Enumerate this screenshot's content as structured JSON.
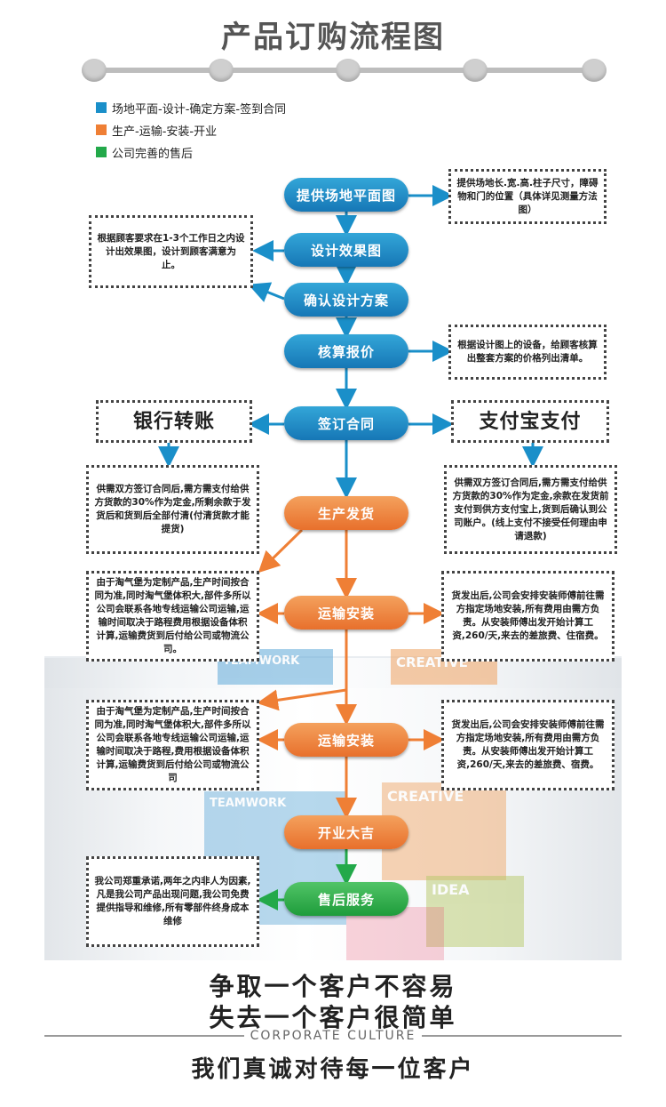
{
  "title": "产品订购流程图",
  "legend": [
    {
      "label": "场地平面-设计-确定方案-签到合同",
      "color": "#1a8fc9"
    },
    {
      "label": "生产-运输-安装-开业",
      "color": "#ef7f35"
    },
    {
      "label": "公司完善的售后",
      "color": "#23a94a"
    }
  ],
  "steps": {
    "s1": "提供场地平面图",
    "s2": "设计效果图",
    "s3": "确认设计方案",
    "s4": "核算报价",
    "s5": "签订合同",
    "s6": "生产发货",
    "s7": "运输安装",
    "s8": "运输安装",
    "s9": "开业大吉",
    "s10": "售后服务"
  },
  "notes": {
    "n1": "提供场地长.宽.高.柱子尺寸，障碍物和门的位置（具体详见测量方法图）",
    "n2": "根据顾客要求在1-3个工作日之内设计出效果图，设计到顾客满意为止。",
    "n3": "根据设计图上的设备，给顾客核算出整套方案的价格列出清单。",
    "bank": "银行转账",
    "alipay": "支付宝支付",
    "n4": "供需双方签订合同后,需方需支付给供方货款的30%作为定金,所剩余款于发货后和货到后全部付清(付清货款才能提货)",
    "n5": "供需双方签订合同后,需方需支付给供方货款的30%作为定金,余款在发货前支付到供方支付宝上,货到后确认到公司账户。(线上支付不接受任何理由申请退款)",
    "n6": "由于淘气堡为定制产品,生产时间按合同为准,同时淘气堡体积大,部件多所以公司会联系各地专线运输公司运输,运输时间取决于路程费用根据设备体积计算,运输费货到后付给公司或物流公司。",
    "n7": "货发出后,公司会安排安装师傅前往需方指定场地安装,所有费用由需方负责。从安装师傅出发开始计算工资,260/天,来去的差旅费、住宿费。",
    "n8": "由于淘气堡为定制产品,生产时间按合同为准,同时淘气堡体积大,部件多所以公司会联系各地专线运输公司运输,运输时间取决于路程,费用根据设备体积计算,运输费货到后付给公司或物流公司",
    "n9": "货发出后,公司会安排安装师傅前往需方指定场地安装,所有费用由需方负责。从安装师傅出发开始计算工资,260/天,来去的差旅费、宿费。",
    "n10": "我公司郑重承诺,两年之内非人为因素,凡是我公司产品出现问题,我公司免费提供指导和维修,所有零部件终身成本维修"
  },
  "background_texts": {
    "teamwork1": "TEAMWORK",
    "creative1": "CREATIVE",
    "teamwork2": "TEAMWORK",
    "creative2": "CREATIVE",
    "idea": "IDEA"
  },
  "footer": {
    "slogan1": "争取一个客户不容易",
    "slogan2": "失去一个客户很简单",
    "culture": "CORPORATE CULTURE",
    "motto": "我们真诚对待每一位客户"
  }
}
